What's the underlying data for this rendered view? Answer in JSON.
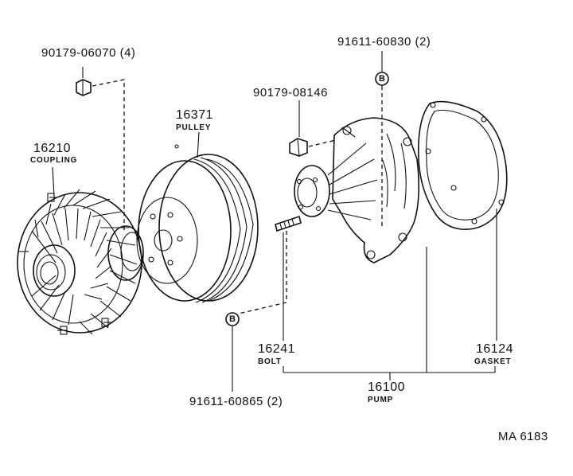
{
  "parts": {
    "nut_coupling": {
      "number": "90179-06070 (4)"
    },
    "bolt_b_top": {
      "number": "91611-60830 (2)"
    },
    "nut_pump": {
      "number": "90179-08146"
    },
    "pulley": {
      "number": "16371",
      "name": "PULLEY"
    },
    "coupling": {
      "number": "16210",
      "name": "COUPLING"
    },
    "stud_bolt": {
      "number": "16241",
      "name": "BOLT"
    },
    "gasket": {
      "number": "16124",
      "name": "GASKET"
    },
    "pump": {
      "number": "16100",
      "name": "PUMP"
    },
    "bolt_b_bottom": {
      "number": "91611-60865 (2)"
    }
  },
  "callout_marker": "B",
  "reference_code": "MA 6183"
}
